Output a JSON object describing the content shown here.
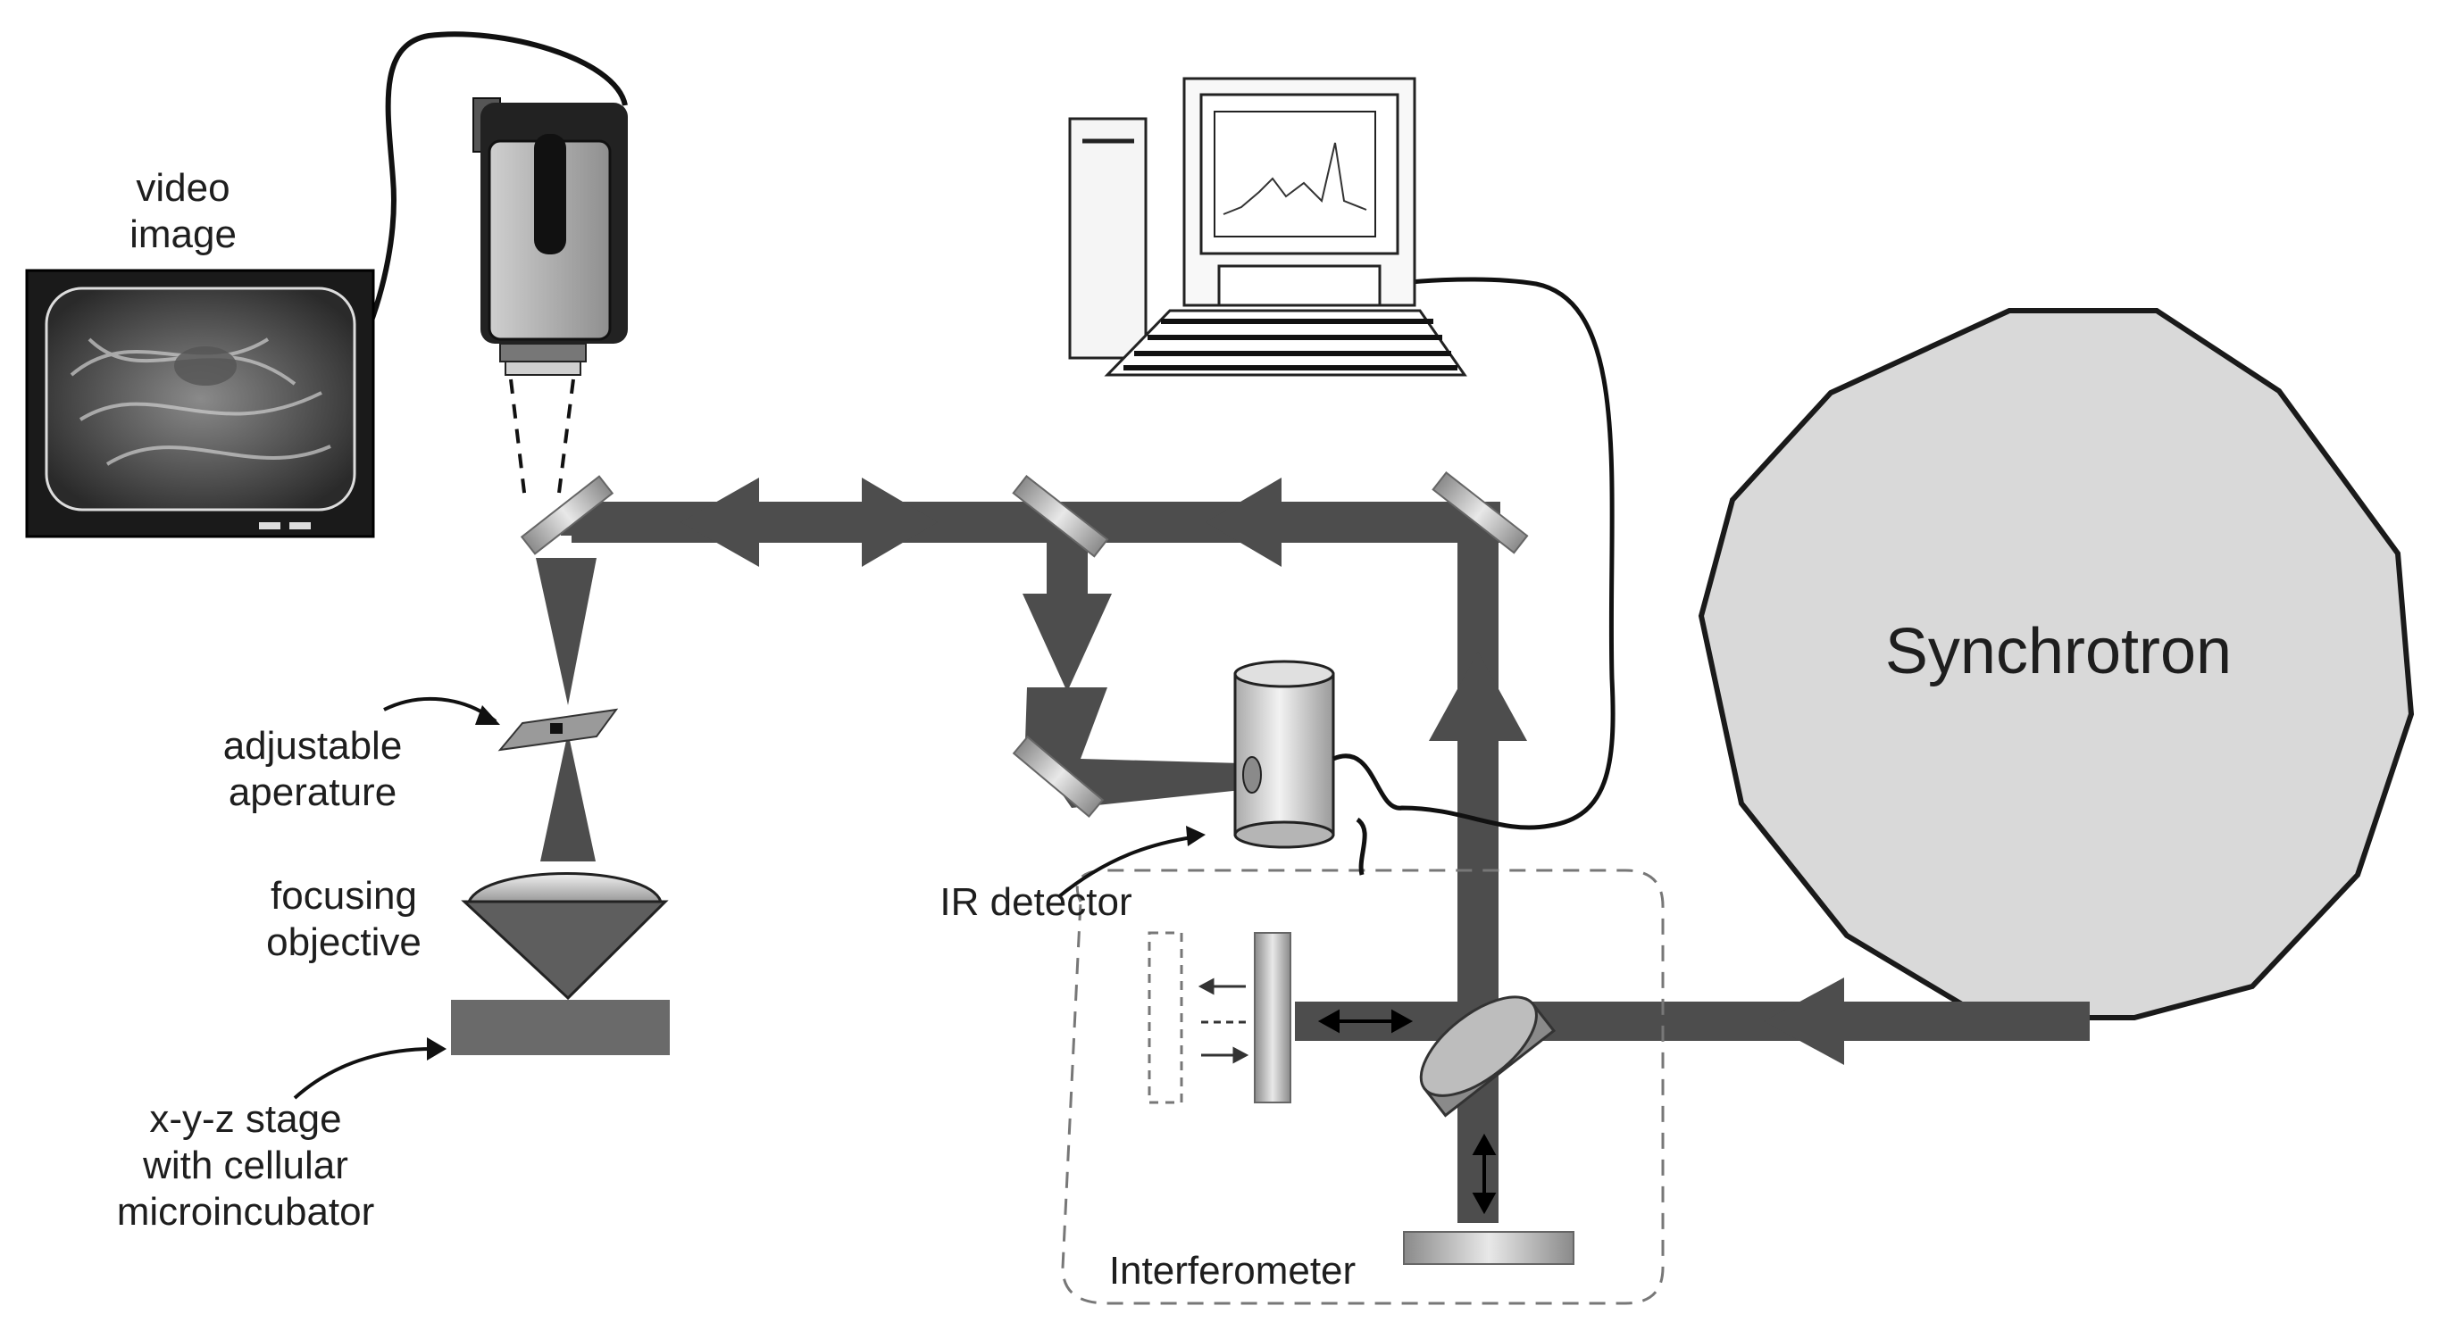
{
  "labels": {
    "video_image_line1": "video",
    "video_image_line2": "image",
    "aperture_line1": "adjustable",
    "aperture_line2": "aperature",
    "objective_line1": "focusing",
    "objective_line2": "objective",
    "stage_line1": "x-y-z stage",
    "stage_line2": "with cellular",
    "stage_line3": "microincubator",
    "ir_detector": "IR detector",
    "interferometer": "Interferometer",
    "synchrotron": "Synchrotron"
  },
  "colors": {
    "beam": "#4d4d4d",
    "outline": "#1a1a1a",
    "synchrotron_fill": "#d9d9d9",
    "stage_fill": "#6a6a6a",
    "text": "#1e1e1e"
  },
  "icons": [
    "video-monitor-icon",
    "camera-icon",
    "computer-icon",
    "mirror-icon",
    "ir-detector-icon",
    "beamsplitter-icon"
  ]
}
